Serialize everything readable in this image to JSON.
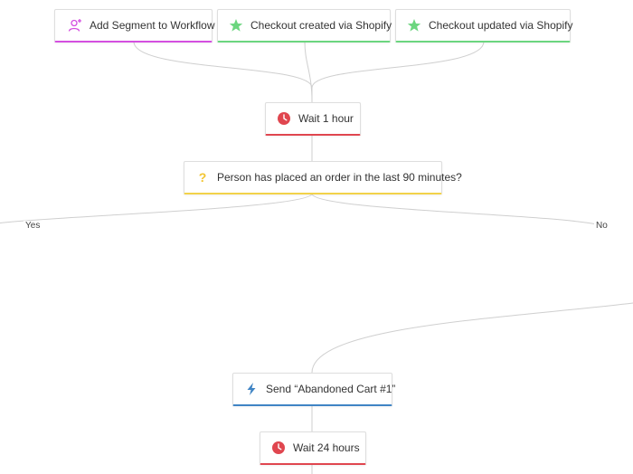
{
  "workflow": {
    "triggers": [
      {
        "label": "Add Segment to Workflow",
        "icon": "add-user-icon",
        "color": "#d44fe0"
      },
      {
        "label": "Checkout created via Shopify",
        "icon": "star-icon",
        "color": "#6cd67f"
      },
      {
        "label": "Checkout updated via Shopify",
        "icon": "star-icon",
        "color": "#6cd67f"
      }
    ],
    "wait_1": {
      "label": "Wait 1 hour",
      "icon": "clock-icon",
      "color": "#e0464f"
    },
    "condition": {
      "label": "Person has placed an order in the last 90 minutes?",
      "icon": "question-icon",
      "color": "#f2d24a"
    },
    "branch_yes": "Yes",
    "branch_no": "No",
    "send_email": {
      "label": "Send “Abandoned Cart #1”",
      "icon": "lightning-icon",
      "color": "#3f84c4"
    },
    "wait_2": {
      "label": "Wait 24 hours",
      "icon": "clock-icon",
      "color": "#e0464f"
    }
  }
}
